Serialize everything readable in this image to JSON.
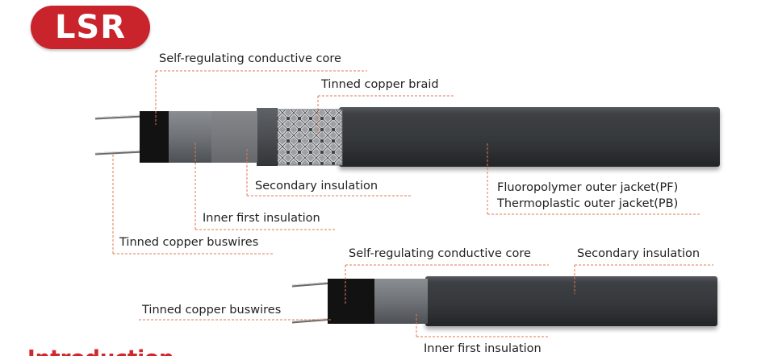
{
  "logo": {
    "text": "LSR"
  },
  "cable1": {
    "labels": {
      "core": "Self-regulating conductive core",
      "braid": "Tinned copper braid",
      "secondary": "Secondary insulation",
      "jacket_pf": "Fluoropolymer outer jacket(PF)",
      "jacket_pb": "Thermoplastic outer jacket(PB)",
      "inner": "Inner first insulation",
      "buswires": "Tinned copper buswires"
    }
  },
  "cable2": {
    "labels": {
      "core": "Self-regulating conductive core",
      "secondary": "Secondary insulation",
      "buswires": "Tinned copper buswires",
      "inner": "Inner first insulation"
    }
  },
  "section_heading": "Introduction",
  "colors": {
    "brand_red": "#c9232c",
    "leader_line": "#e07a52",
    "jacket": "#3a3c3f",
    "core": "#111111"
  }
}
